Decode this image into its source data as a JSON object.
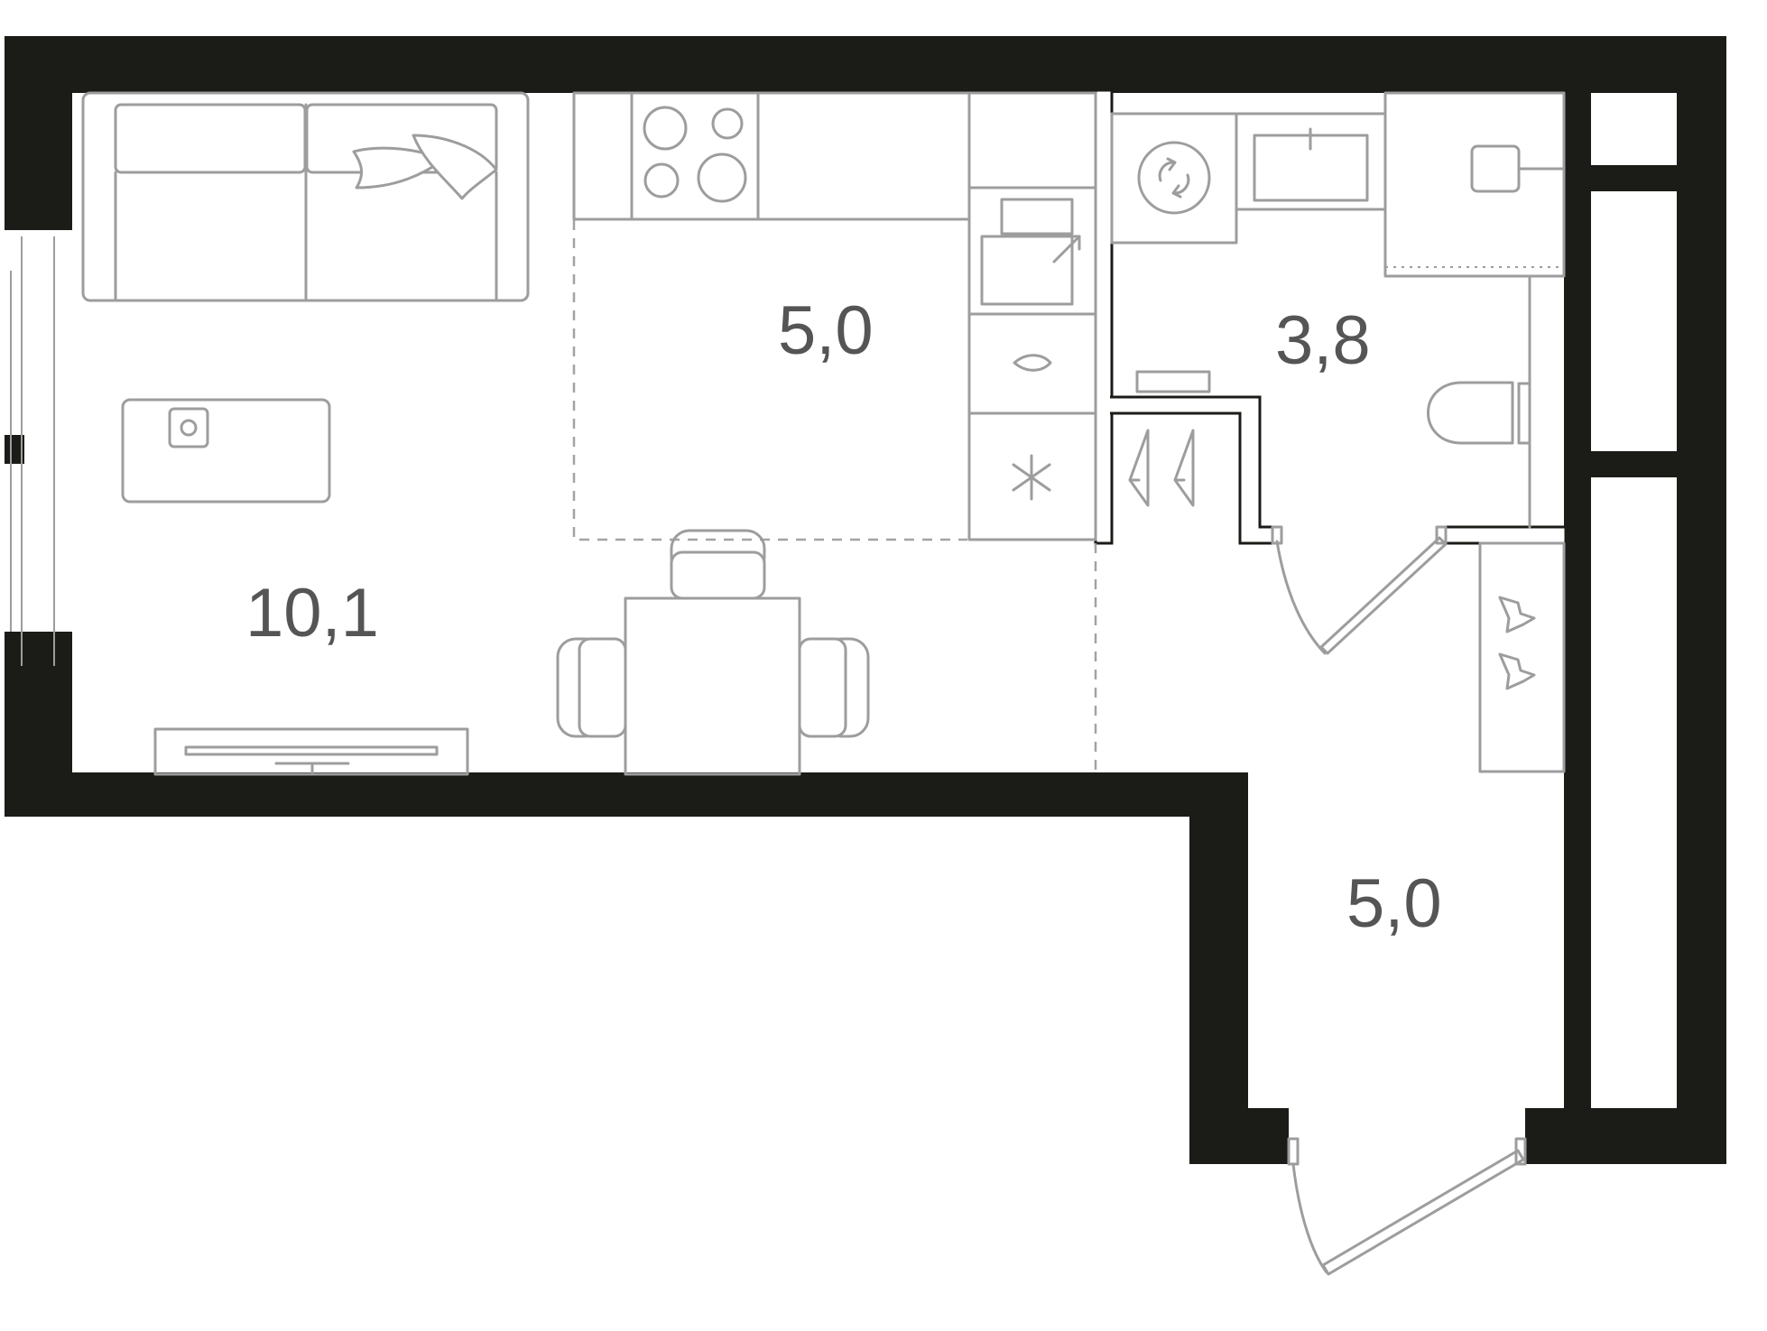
{
  "rooms": [
    {
      "id": "living",
      "area": "10,1"
    },
    {
      "id": "kitchen",
      "area": "5,0"
    },
    {
      "id": "bathroom",
      "area": "3,8"
    },
    {
      "id": "hall",
      "area": "5,0"
    }
  ],
  "colors": {
    "wall": "#1b1c17",
    "furniture": "#9d9d9d",
    "label": "#555555",
    "background": "#ffffff"
  }
}
